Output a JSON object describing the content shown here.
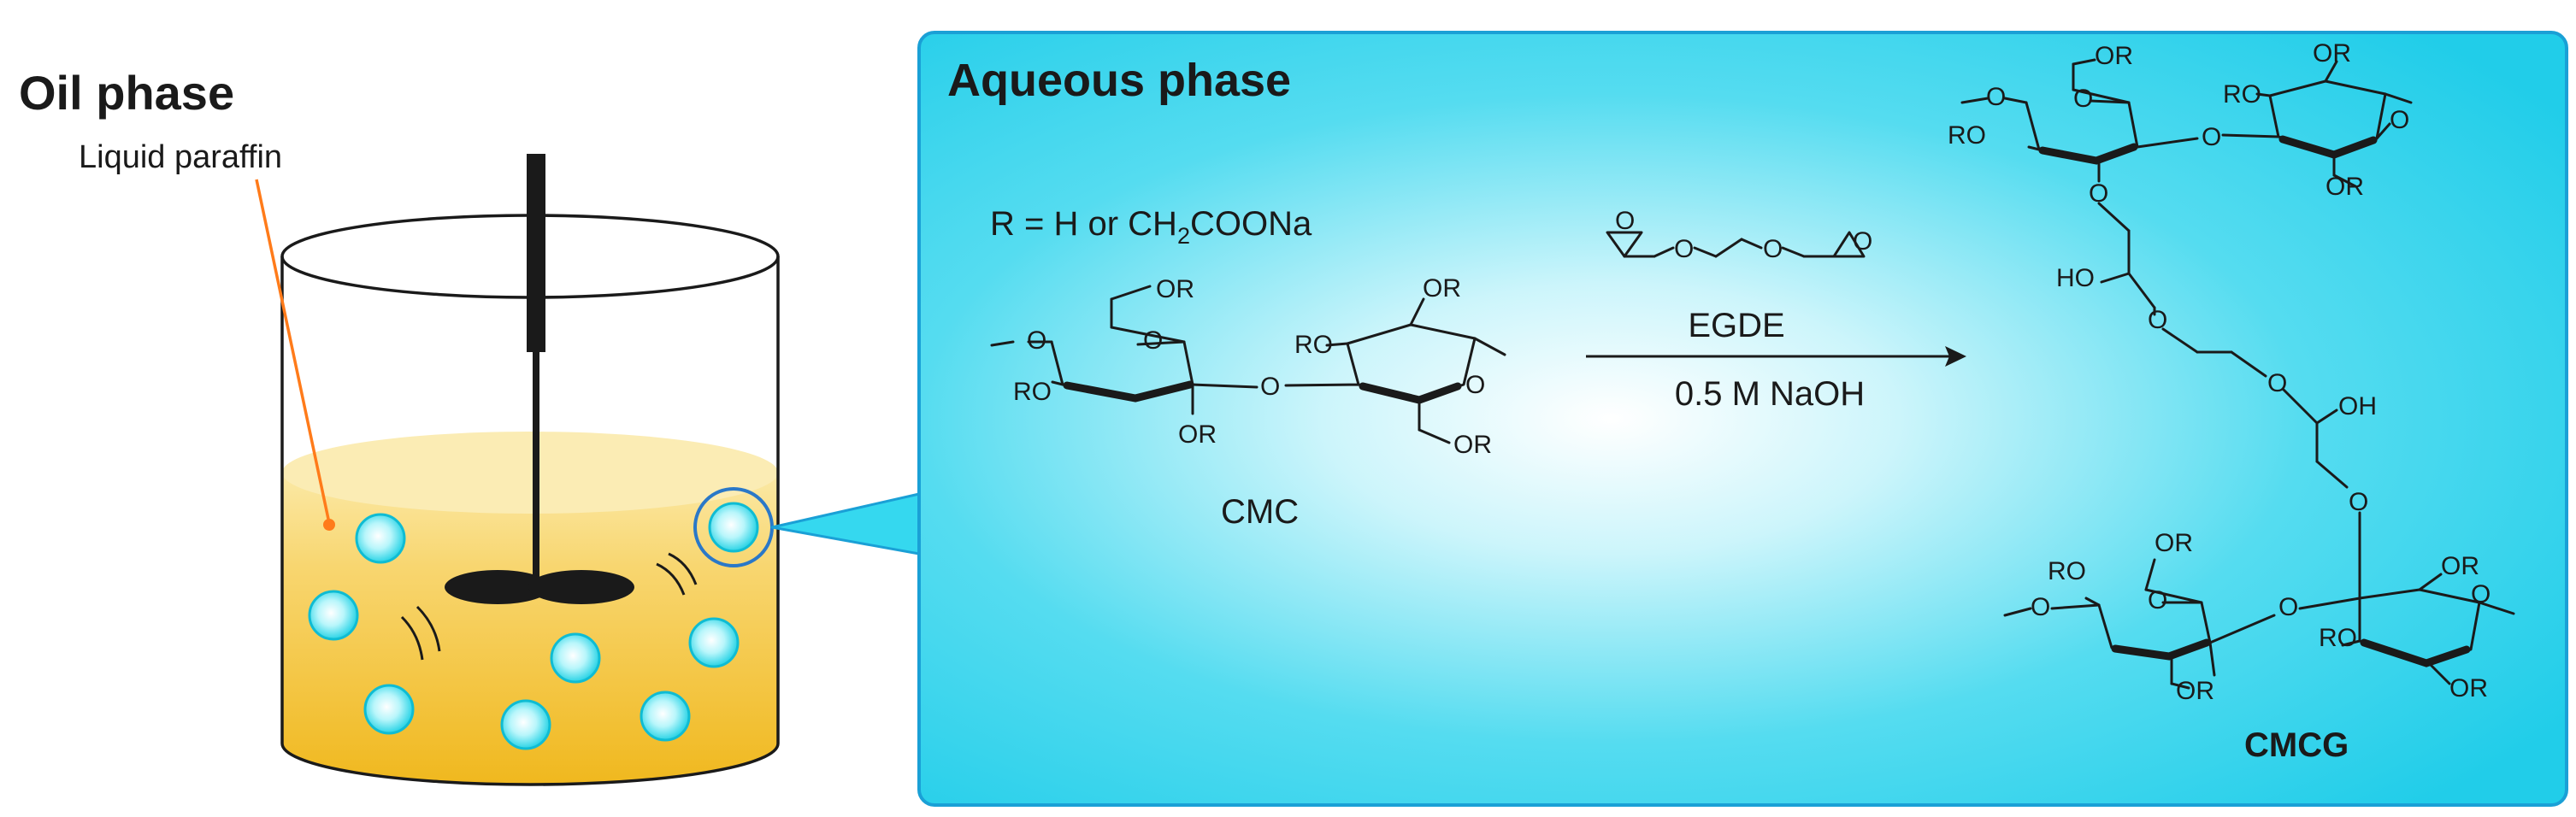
{
  "oil": {
    "title": "Oil phase",
    "subtitle": "Liquid paraffin"
  },
  "aqueous": {
    "title": "Aqueous phase",
    "r_def_prefix": "R = H or CH",
    "r_def_sub": "2",
    "r_def_suffix": "COONa"
  },
  "reaction": {
    "reagent": "EGDE",
    "condition": "0.5 M NaOH"
  },
  "labels": {
    "reactant": "CMC",
    "product": "CMCG"
  },
  "atoms": {
    "or": "OR",
    "ro": "RO",
    "ho": "HO",
    "oh": "OH",
    "o": "O"
  },
  "colors": {
    "panel_fill": "#33d6ee",
    "panel_border": "#1aa0d6",
    "oil_fill": "#f5c53a",
    "droplet": "#20d4e6",
    "pointer": "#ff7b1a"
  }
}
